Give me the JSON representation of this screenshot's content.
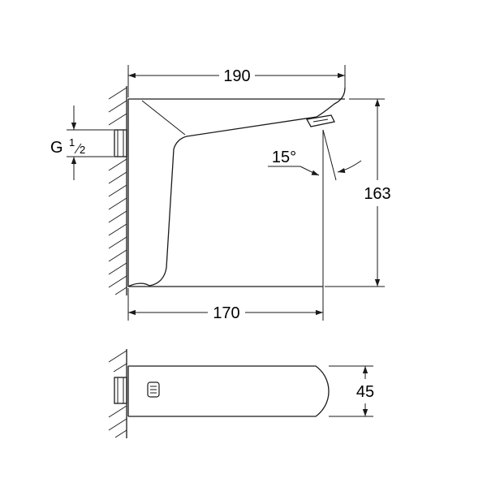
{
  "dimensions": {
    "width_top": "190",
    "width_bottom": "170",
    "height": "163",
    "angle": "15°",
    "thread_main": "G",
    "thread_num": "1",
    "thread_den": "2",
    "depth_plan": "45"
  },
  "colors": {
    "line": "#1a1a1a",
    "background": "#ffffff"
  },
  "icons": {
    "logo": "brand-logo-icon"
  }
}
